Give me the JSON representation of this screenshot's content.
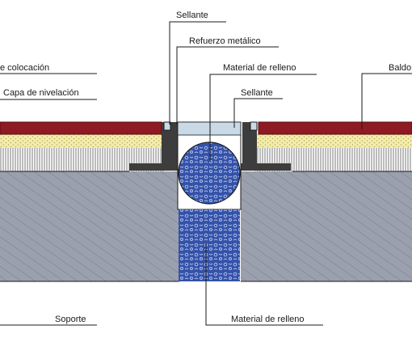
{
  "labels": {
    "sellante_top": "Sellante",
    "refuerzo": "Refuerzo metálico",
    "material_relleno_top": "Material de relleno",
    "sellante_right": "Sellante",
    "baldosa": "Baldo",
    "capa_colocacion": "e colocación",
    "capa_nivelacion": "Capa de nivelación",
    "soporte": "Soporte",
    "material_relleno_bottom": "Material de relleno"
  },
  "colors": {
    "tile": "#8e1a24",
    "tile_edge": "#5a0c12",
    "mortar": "#f3ecae",
    "mortar_dot": "#b8ac50",
    "leveling_bg": "#ffffff",
    "leveling_line": "#6a6a6a",
    "support": "#9aa0ad",
    "support_hatch": "#6f7582",
    "reinforcement": "#3d3d3d",
    "filler": "#3452a8",
    "filler_pattern": "#aebde8",
    "sealant": "#c9d9e6",
    "line": "#1a1a1a"
  }
}
